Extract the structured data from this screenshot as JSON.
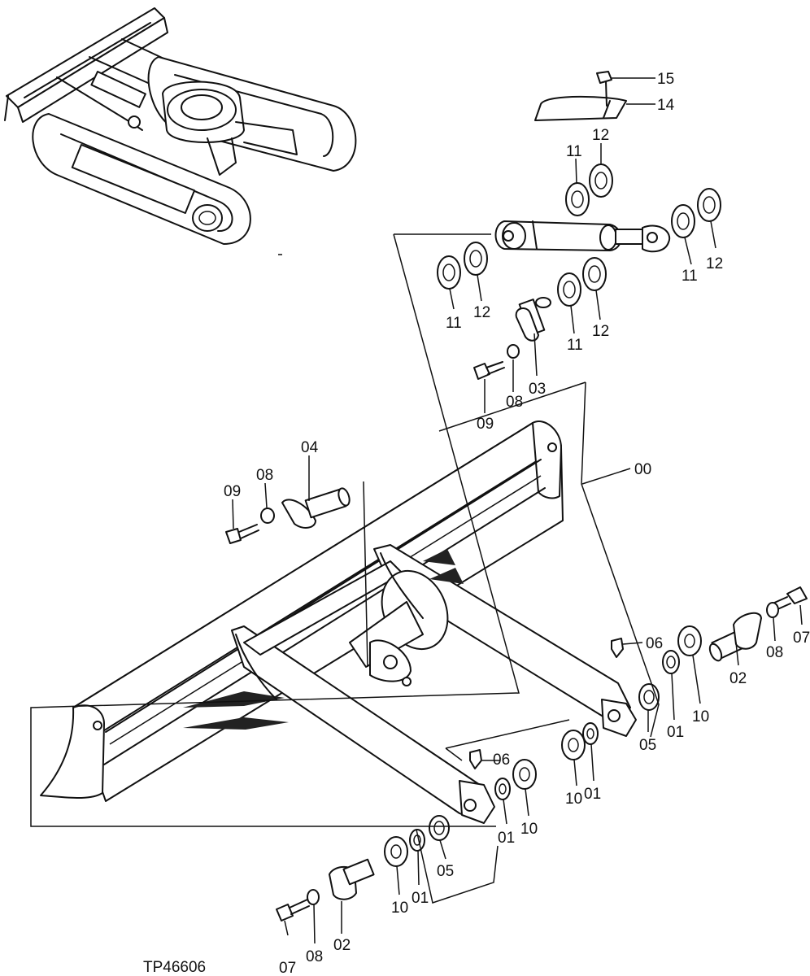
{
  "figure_id": "TP46606",
  "callouts": [
    {
      "id": "c-15",
      "text": "15"
    },
    {
      "id": "c-14",
      "text": "14"
    },
    {
      "id": "c-12a",
      "text": "12"
    },
    {
      "id": "c-11a",
      "text": "11"
    },
    {
      "id": "c-11b",
      "text": "11"
    },
    {
      "id": "c-12b",
      "text": "12"
    },
    {
      "id": "c-11c",
      "text": "11"
    },
    {
      "id": "c-12c",
      "text": "12"
    },
    {
      "id": "c-11d",
      "text": "11"
    },
    {
      "id": "c-12d",
      "text": "12"
    },
    {
      "id": "c-03",
      "text": "03"
    },
    {
      "id": "c-08a",
      "text": "08"
    },
    {
      "id": "c-09a",
      "text": "09"
    },
    {
      "id": "c-04",
      "text": "04"
    },
    {
      "id": "c-08b",
      "text": "08"
    },
    {
      "id": "c-09b",
      "text": "09"
    },
    {
      "id": "c-00",
      "text": "00"
    },
    {
      "id": "c-06a",
      "text": "06"
    },
    {
      "id": "c-07a",
      "text": "07"
    },
    {
      "id": "c-08c",
      "text": "08"
    },
    {
      "id": "c-02a",
      "text": "02"
    },
    {
      "id": "c-10a",
      "text": "10"
    },
    {
      "id": "c-01a",
      "text": "01"
    },
    {
      "id": "c-05a",
      "text": "05"
    },
    {
      "id": "c-10b",
      "text": "10"
    },
    {
      "id": "c-01b",
      "text": "01"
    },
    {
      "id": "c-06b",
      "text": "06"
    },
    {
      "id": "c-10c",
      "text": "10"
    },
    {
      "id": "c-01c",
      "text": "01"
    },
    {
      "id": "c-05b",
      "text": "05"
    },
    {
      "id": "c-10d",
      "text": "10"
    },
    {
      "id": "c-01d",
      "text": "01"
    },
    {
      "id": "c-07b",
      "text": "07"
    },
    {
      "id": "c-08d",
      "text": "08"
    },
    {
      "id": "c-02b",
      "text": "02"
    }
  ]
}
